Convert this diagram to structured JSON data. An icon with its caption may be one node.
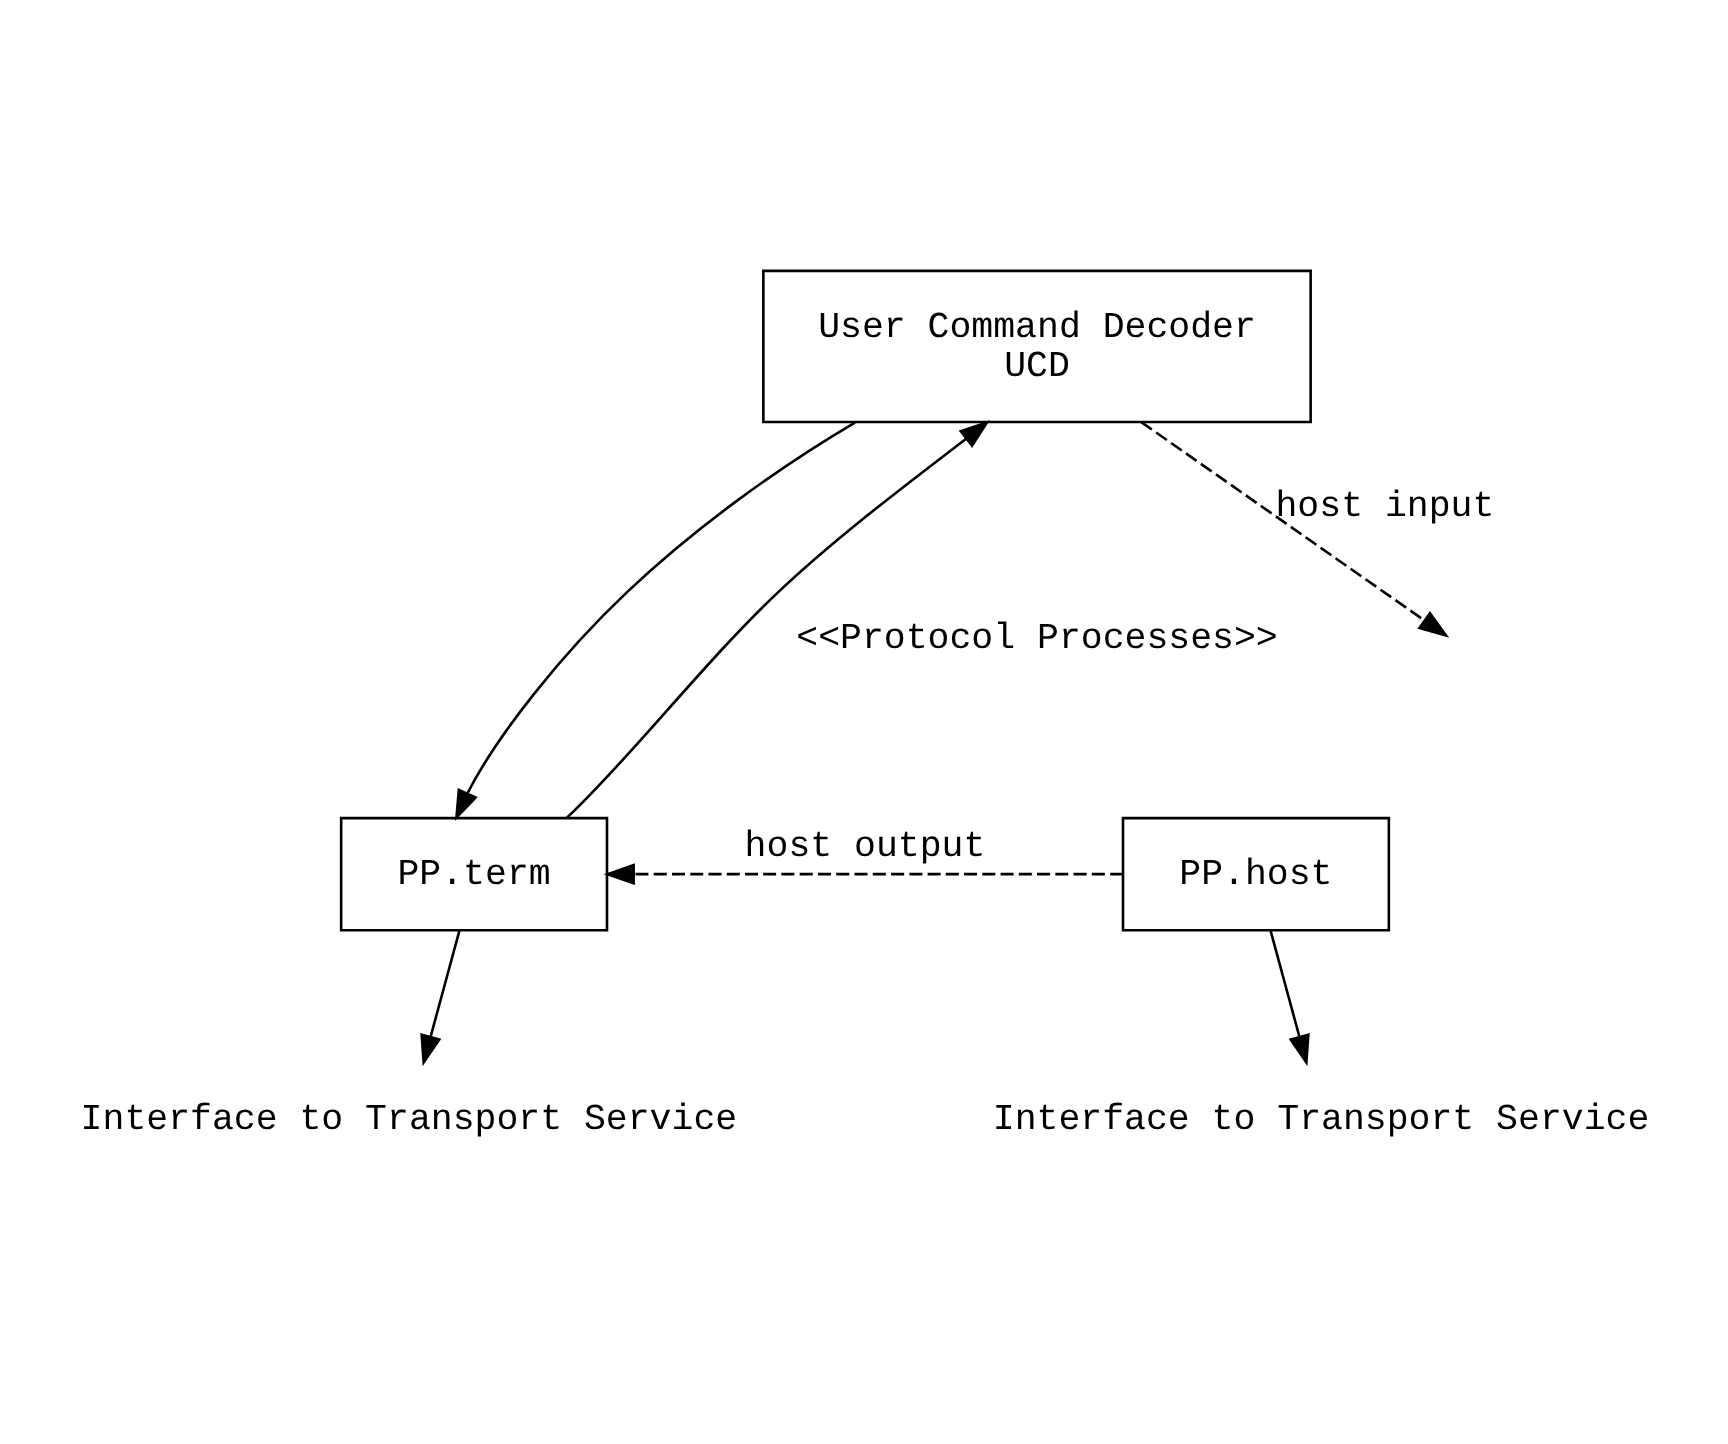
{
  "diagram": {
    "nodes": [
      {
        "text": [
          "User Command Decoder",
          "UCD"
        ]
      },
      {
        "text": [
          "PP.term"
        ]
      },
      {
        "text": [
          "PP.host"
        ]
      },
      {
        "text": [
          "Interface to Transport Service"
        ]
      },
      {
        "text": [
          "Interface to Transport Service"
        ]
      }
    ],
    "edges": [
      {
        "from": 1,
        "to": 0,
        "arrow": "to"
      },
      {
        "from": 0,
        "to": 1,
        "arrow": "to"
      },
      {
        "from": 0,
        "to": null,
        "arrow": "to",
        "label": "host input",
        "style": "dashed"
      },
      {
        "from": 2,
        "to": 1,
        "arrow": "to",
        "label": "host output",
        "style": "dashed"
      },
      {
        "from": 1,
        "to": 3,
        "arrow": "to"
      },
      {
        "from": 2,
        "to": 4,
        "arrow": "to"
      }
    ],
    "labels": [
      "<<Protocol Processes>>"
    ]
  }
}
